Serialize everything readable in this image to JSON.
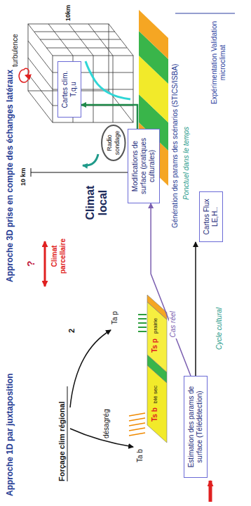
{
  "diagram": {
    "nodes": [
      {
        "text": [
          "Estimation des params de surface (Télédétection)"
        ]
      },
      {
        "text": [
          "Cartos Flux LE,H.."
        ]
      },
      {
        "text": [
          "Modifications de surface (pratiques culturales)"
        ]
      },
      {
        "text": [
          "Radio sondage"
        ]
      },
      {
        "text": [
          "Cartes clim. T,q,u"
        ]
      }
    ],
    "edges": [
      {
        "from": 0,
        "to": 1,
        "label": "Cycle cultural",
        "arrow": "to"
      },
      {
        "from": 0,
        "to": 2,
        "label": "Cas réel",
        "arrow": "to"
      },
      {
        "from": 2,
        "to": 4,
        "arrow": "to"
      }
    ],
    "labels": [
      "Approche 1D par juxtaposition",
      "Approche 3D prise en compte des échanges latéraux",
      "?",
      "Climat parcellaire",
      "Forçage clim régional",
      "2",
      "désagrég",
      "Ta b",
      "Ta p",
      "Ts b",
      "blé sec",
      "Ts p",
      "prairie",
      "Climat local",
      "Génération des params des scénarios (STICS/ISBA)",
      "Ponctuel dans le temps",
      "Expérimentation Validation microclimat",
      "10 km",
      "10km",
      "turbulence"
    ]
  }
}
